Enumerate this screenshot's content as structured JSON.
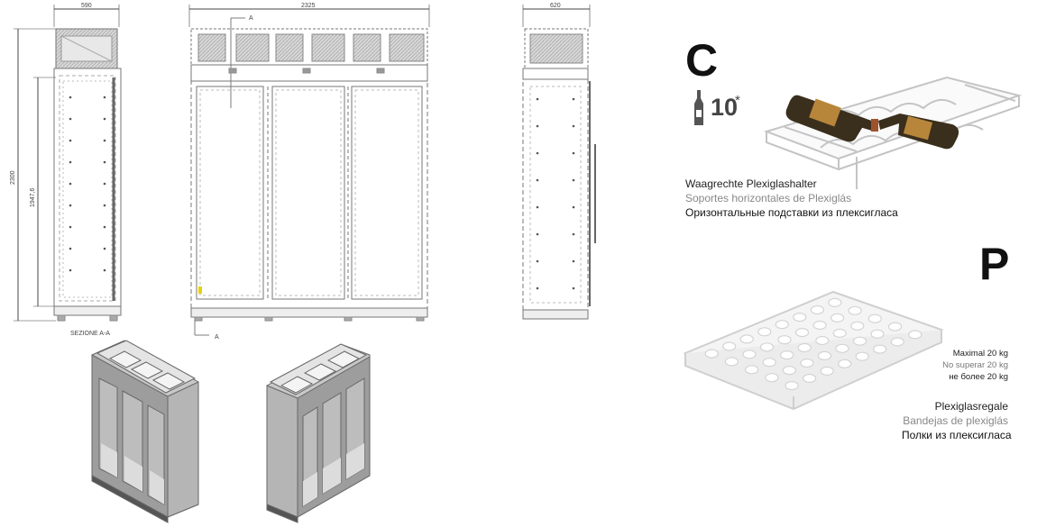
{
  "drawings": {
    "side_width": "590",
    "front_width": "2325",
    "depth_width": "620",
    "total_height": "2300",
    "inner_height": "1947,6",
    "section_label": "SEZIONE A-A",
    "marker_a": "A"
  },
  "accessory_c": {
    "letter": "C",
    "bottle_icon": "bottle-icon",
    "capacity": "10",
    "footnote_mark": "*",
    "caption": [
      "Waagrechte Plexiglashalter",
      "Soportes horizontales de Plexiglás",
      "Оризонтальные подставки из плексигласа"
    ]
  },
  "accessory_p": {
    "letter": "P",
    "load": [
      "Maximal 20 kg",
      "No superar 20 kg",
      "не более 20 kg"
    ],
    "caption": [
      "Plexiglasregale",
      "Bandejas de plexiglás",
      "Полки из плексигласа"
    ]
  },
  "colors": {
    "line": "#8a8a8a",
    "dim": "#444444",
    "accent_wood": "#b8863b",
    "bottle": "#3a2f1c"
  }
}
